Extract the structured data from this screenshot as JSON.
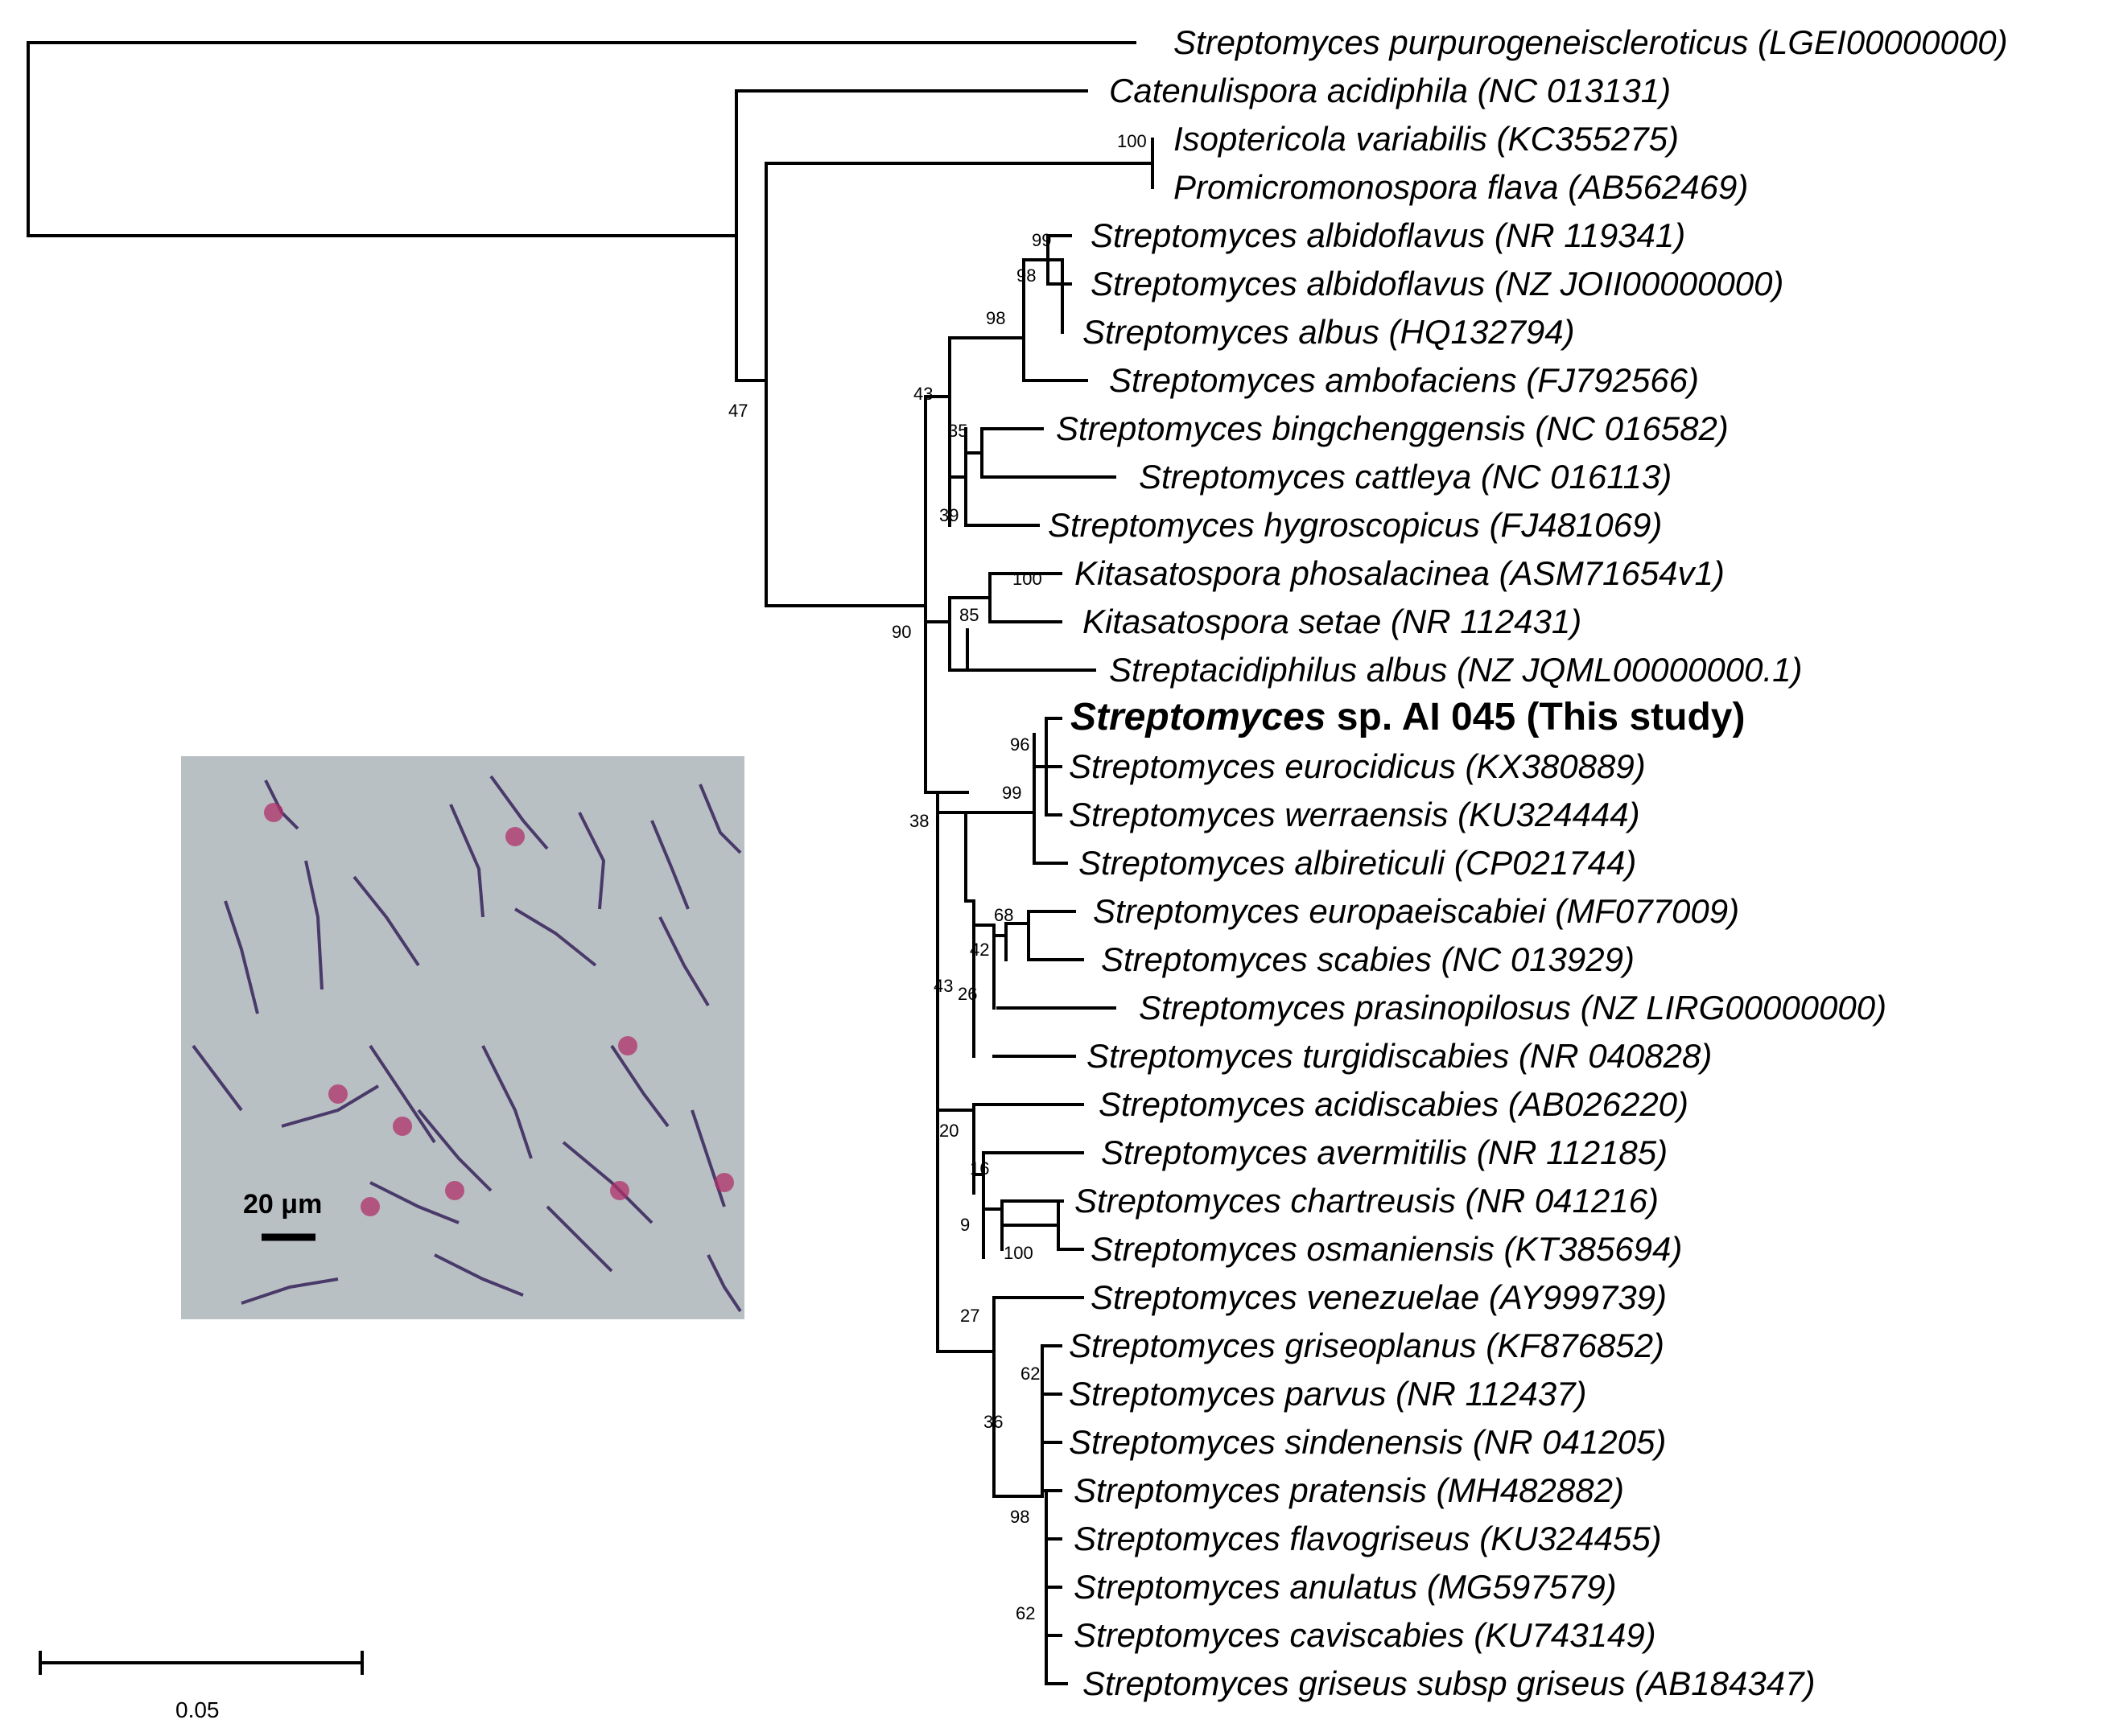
{
  "taxa": [
    {
      "genus": "",
      "label": "Streptomyces purpurogeneiscleroticus (LGEI00000000)"
    },
    {
      "genus": "",
      "label": "Catenulispora acidiphila (NC 013131)"
    },
    {
      "genus": "",
      "label": "Isoptericola variabilis (KC355275)"
    },
    {
      "genus": "",
      "label": "Promicromonospora flava (AB562469)"
    },
    {
      "genus": "",
      "label": "Streptomyces albidoflavus (NR 119341)"
    },
    {
      "genus": "",
      "label": "Streptomyces albidoflavus (NZ JOII00000000)"
    },
    {
      "genus": "",
      "label": "Streptomyces albus (HQ132794)"
    },
    {
      "genus": "",
      "label": "Streptomyces ambofaciens (FJ792566)"
    },
    {
      "genus": "",
      "label": "Streptomyces bingchenggensis (NC 016582)"
    },
    {
      "genus": "",
      "label": "Streptomyces cattleya (NC 016113)"
    },
    {
      "genus": "",
      "label": "Streptomyces hygroscopicus (FJ481069)"
    },
    {
      "genus": "",
      "label": "Kitasatospora phosalacinea (ASM71654v1)"
    },
    {
      "genus": "",
      "label": "Kitasatospora setae (NR 112431)"
    },
    {
      "genus": "",
      "label": "Streptacidiphilus albus (NZ JQML00000000.1)"
    },
    {
      "genus": "Streptomyces",
      "label": " sp. AI 045 (This study)"
    },
    {
      "genus": "",
      "label": "Streptomyces eurocidicus (KX380889)"
    },
    {
      "genus": "",
      "label": "Streptomyces werraensis (KU324444)"
    },
    {
      "genus": "",
      "label": "Streptomyces albireticuli (CP021744)"
    },
    {
      "genus": "",
      "label": "Streptomyces europaeiscabiei (MF077009)"
    },
    {
      "genus": "",
      "label": "Streptomyces scabies (NC 013929)"
    },
    {
      "genus": "",
      "label": "Streptomyces prasinopilosus (NZ LIRG00000000)"
    },
    {
      "genus": "",
      "label": "Streptomyces turgidiscabies (NR 040828)"
    },
    {
      "genus": "",
      "label": "Streptomyces acidiscabies (AB026220)"
    },
    {
      "genus": "",
      "label": "Streptomyces avermitilis (NR 112185)"
    },
    {
      "genus": "",
      "label": "Streptomyces chartreusis (NR 041216)"
    },
    {
      "genus": "",
      "label": "Streptomyces osmaniensis (KT385694)"
    },
    {
      "genus": "",
      "label": "Streptomyces venezuelae (AY999739)"
    },
    {
      "genus": "",
      "label": "Streptomyces griseoplanus (KF876852)"
    },
    {
      "genus": "",
      "label": "Streptomyces parvus (NR 112437)"
    },
    {
      "genus": "",
      "label": "Streptomyces sindenensis (NR 041205)"
    },
    {
      "genus": "",
      "label": "Streptomyces pratensis (MH482882)"
    },
    {
      "genus": "",
      "label": "Streptomyces flavogriseus (KU324455)"
    },
    {
      "genus": "",
      "label": "Streptomyces anulatus (MG597579)"
    },
    {
      "genus": "",
      "label": "Streptomyces caviscabies (KU743149)"
    },
    {
      "genus": "",
      "label": "Streptomyces griseus subsp griseus (AB184347)"
    }
  ],
  "support_values": [
    "100",
    "47",
    "99",
    "98",
    "98",
    "43",
    "35",
    "39",
    "100",
    "85",
    "90",
    "96",
    "99",
    "38",
    "68",
    "42",
    "26",
    "43",
    "20",
    "16",
    "100",
    "9",
    "27",
    "62",
    "36",
    "98",
    "62"
  ],
  "scale_bar": {
    "label": "0.05"
  },
  "micrograph": {
    "scale_label": "20 μm",
    "background": "#b8bec2",
    "stain_color": "#4a3a6a",
    "spot_color": "#b0306a"
  }
}
